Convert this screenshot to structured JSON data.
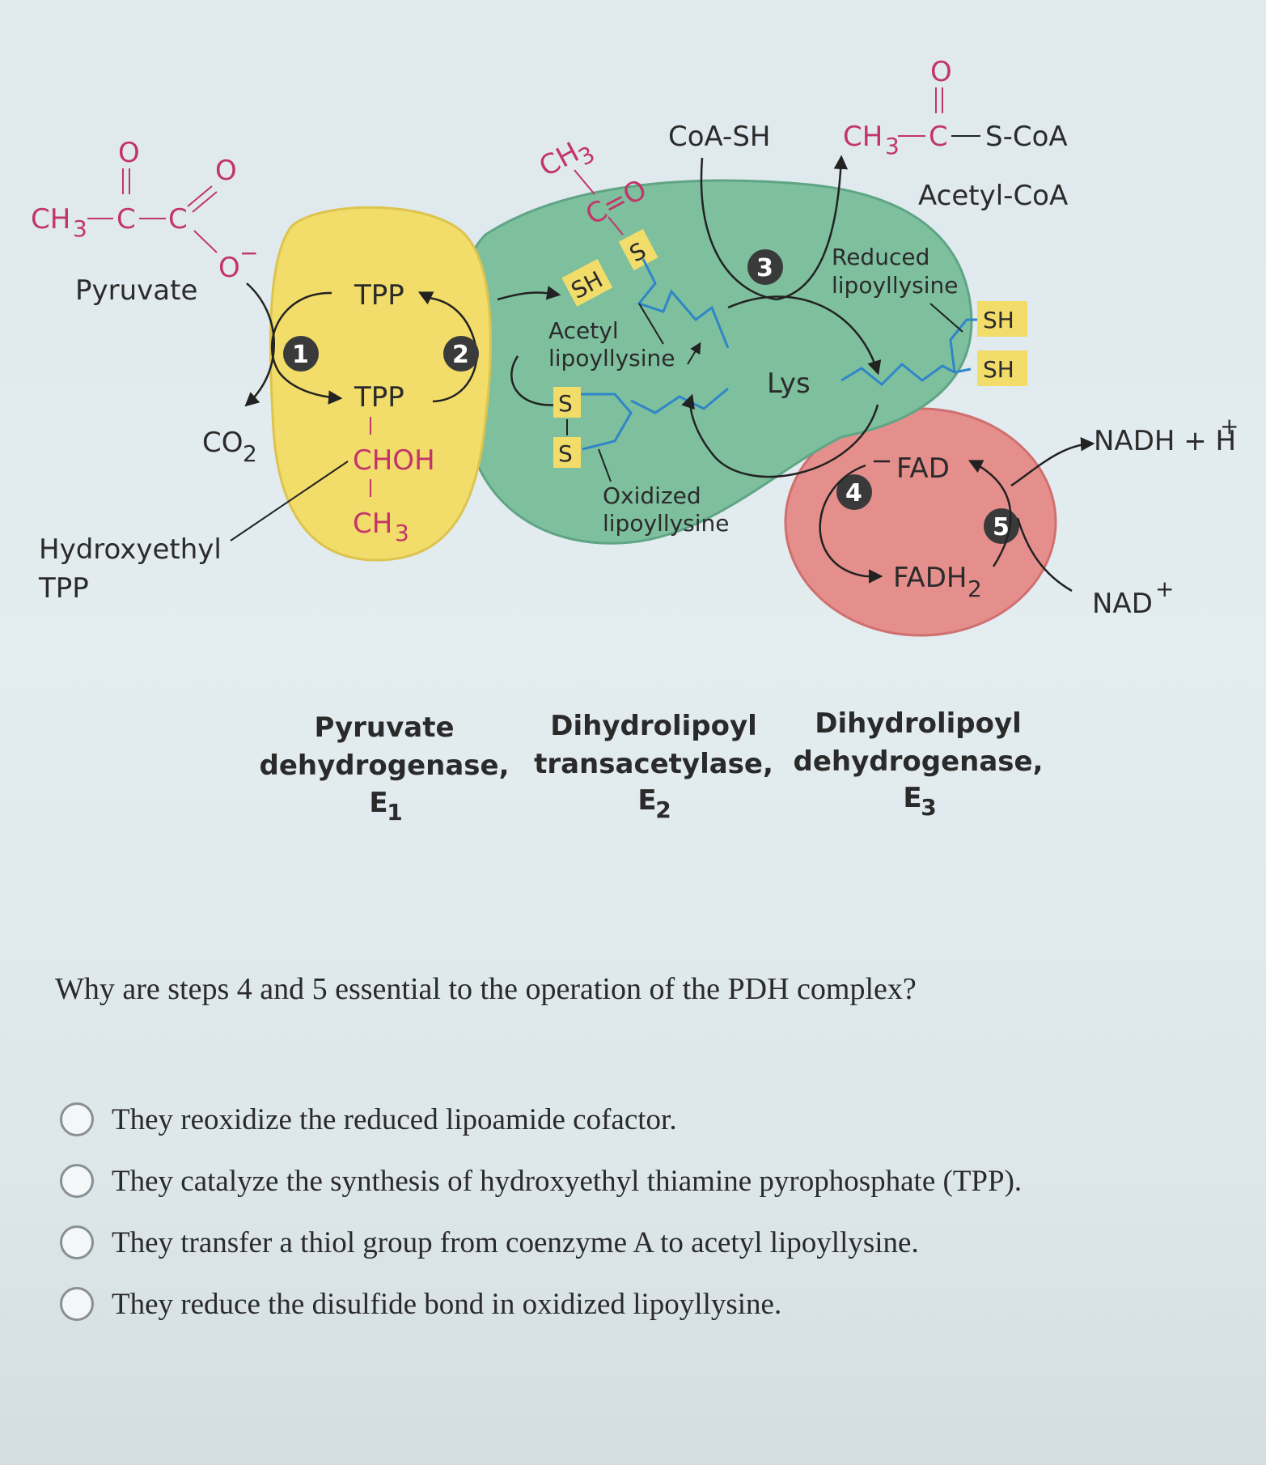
{
  "diagram": {
    "pyruvate_struct": {
      "o_top": "O",
      "ch3": "CH",
      "ch3_sub": "3",
      "c": "C",
      "o_right": "O",
      "o_minus": "O"
    },
    "pyruvate_label": "Pyruvate",
    "co2": "CO",
    "co2_sub": "2",
    "hydroxyethyl_label_1": "Hydroxyethyl",
    "hydroxyethyl_label_2": "TPP",
    "e1_tpp_top": "TPP",
    "e1_tpp_bottom": "TPP",
    "e1_choh": "CHOH",
    "e1_ch3": "CH",
    "e1_ch3_sub": "3",
    "step1": "1",
    "step2": "2",
    "step3": "3",
    "step4": "4",
    "step5": "5",
    "acetyl_ch3": "CH",
    "acetyl_ch3_sub": "3",
    "acetyl_co": "C=O",
    "e2_sh": "SH",
    "e2_s_top": "S",
    "acetyl_lipoyl_1": "Acetyl",
    "acetyl_lipoyl_2": "lipoyllysine",
    "e2_s1": "S",
    "e2_s2": "S",
    "oxidized_1": "Oxidized",
    "oxidized_2": "lipoyllysine",
    "coa_sh": "CoA-SH",
    "acetyl_coa_formula": {
      "o": "O",
      "ch3": "CH",
      "ch3_sub": "3",
      "c": "C",
      "scoa": "S-CoA"
    },
    "acetyl_coa_label": "Acetyl-CoA",
    "reduced_1": "Reduced",
    "reduced_2": "lipoyllysine",
    "lys": "Lys",
    "sh1": "SH",
    "sh2": "SH",
    "fad": "FAD",
    "fadh2": "FADH",
    "fadh2_sub": "2",
    "nadh": "NADH + H",
    "nadh_sup": "+",
    "nad": "NAD",
    "nad_sup": "+",
    "enzyme_e1": [
      "Pyruvate",
      "dehydrogenase,",
      "E"
    ],
    "enzyme_e1_sub": "1",
    "enzyme_e2": [
      "Dihydrolipoyl",
      "transacetylase,",
      "E"
    ],
    "enzyme_e2_sub": "2",
    "enzyme_e3": [
      "Dihydrolipoyl",
      "dehydrogenase,",
      "E"
    ],
    "enzyme_e3_sub": "3",
    "colors": {
      "e1": "#f2dc6a",
      "e2": "#7ebf9e",
      "e3": "#e58f8c",
      "pink_text": "#c2356b",
      "blue_chain": "#2f86c8"
    }
  },
  "question": "Why are steps 4 and 5 essential to the operation of the PDH complex?",
  "options": [
    "They reoxidize the reduced lipoamide cofactor.",
    "They catalyze the synthesis of hydroxyethyl thiamine pyrophosphate (TPP).",
    "They transfer a thiol group from coenzyme A to acetyl lipoyllysine.",
    "They reduce the disulfide bond in oxidized lipoyllysine."
  ]
}
